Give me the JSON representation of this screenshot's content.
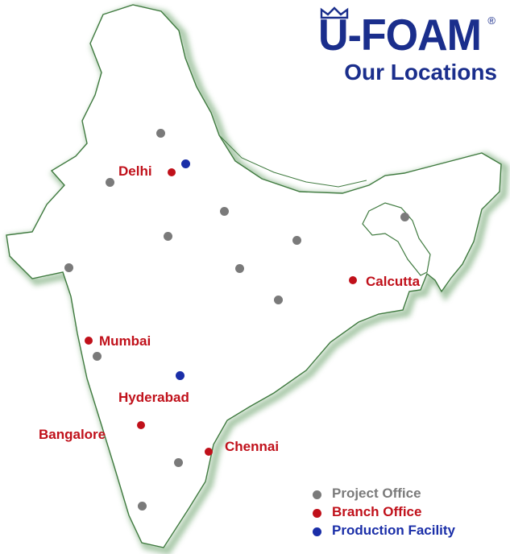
{
  "brand": {
    "name": "U-FOAM",
    "trademark": "®",
    "subtitle": "Our Locations"
  },
  "colors": {
    "project_office": "#7a7a7a",
    "branch_office": "#c0101a",
    "production_facility": "#1a2ea8",
    "map_outline": "#3f7a3f",
    "brand": "#1a2e8c"
  },
  "cities": {
    "delhi": "Delhi",
    "calcutta": "Calcutta",
    "mumbai": "Mumbai",
    "hyderabad": "Hyderabad",
    "bangalore": "Bangalore",
    "chennai": "Chennai"
  },
  "legend": {
    "project_office": "Project Office",
    "branch_office": "Branch Office",
    "production_facility": "Production Facility"
  }
}
